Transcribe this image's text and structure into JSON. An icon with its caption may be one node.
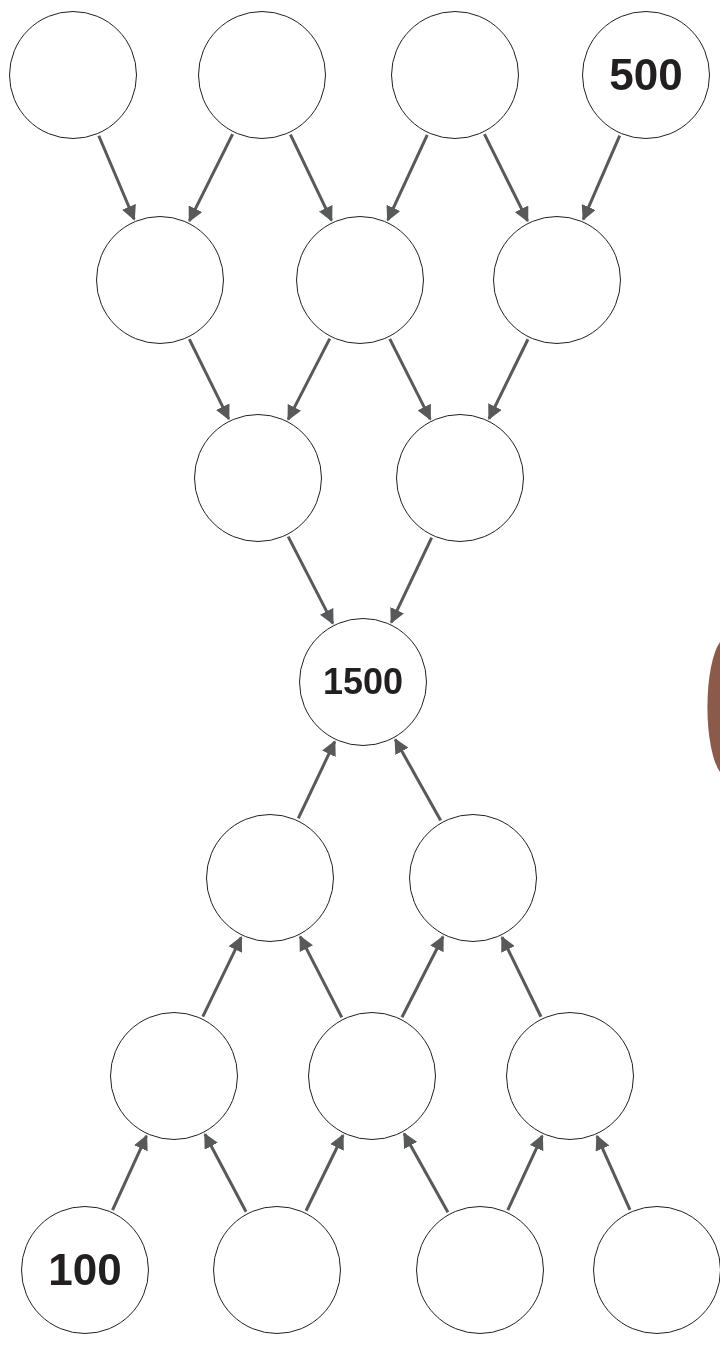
{
  "diagram": {
    "nodes": [
      {
        "text": [],
        "shape": "circle"
      },
      {
        "text": [],
        "shape": "circle"
      },
      {
        "text": [],
        "shape": "circle"
      },
      {
        "text": [
          "500"
        ]
      },
      {
        "text": [],
        "shape": "circle"
      },
      {
        "text": [],
        "shape": "circle"
      },
      {
        "text": [],
        "shape": "circle"
      },
      {
        "text": [],
        "shape": "circle"
      },
      {
        "text": [],
        "shape": "circle"
      },
      {
        "text": [
          "1500"
        ]
      },
      {
        "text": [],
        "shape": "circle"
      },
      {
        "text": [],
        "shape": "circle"
      },
      {
        "text": [],
        "shape": "circle"
      },
      {
        "text": [],
        "shape": "circle"
      },
      {
        "text": [],
        "shape": "circle"
      },
      {
        "text": [
          "100"
        ]
      },
      {
        "text": [],
        "shape": "circle"
      },
      {
        "text": [],
        "shape": "circle"
      },
      {
        "text": [],
        "shape": "circle"
      }
    ],
    "edges": [
      {
        "from": 0,
        "to": 4,
        "arrow": "to"
      },
      {
        "from": 1,
        "to": 4,
        "arrow": "to"
      },
      {
        "from": 1,
        "to": 5,
        "arrow": "to"
      },
      {
        "from": 2,
        "to": 5,
        "arrow": "to"
      },
      {
        "from": 2,
        "to": 6,
        "arrow": "to"
      },
      {
        "from": 3,
        "to": 6,
        "arrow": "to"
      },
      {
        "from": 4,
        "to": 7,
        "arrow": "to"
      },
      {
        "from": 5,
        "to": 7,
        "arrow": "to"
      },
      {
        "from": 5,
        "to": 8,
        "arrow": "to"
      },
      {
        "from": 6,
        "to": 8,
        "arrow": "to"
      },
      {
        "from": 7,
        "to": 9,
        "arrow": "to"
      },
      {
        "from": 8,
        "to": 9,
        "arrow": "to"
      },
      {
        "from": 10,
        "to": 9,
        "arrow": "to"
      },
      {
        "from": 11,
        "to": 9,
        "arrow": "to"
      },
      {
        "from": 12,
        "to": 10,
        "arrow": "to"
      },
      {
        "from": 13,
        "to": 10,
        "arrow": "to"
      },
      {
        "from": 13,
        "to": 11,
        "arrow": "to"
      },
      {
        "from": 14,
        "to": 11,
        "arrow": "to"
      },
      {
        "from": 15,
        "to": 12,
        "arrow": "to"
      },
      {
        "from": 16,
        "to": 12,
        "arrow": "to"
      },
      {
        "from": 16,
        "to": 13,
        "arrow": "to"
      },
      {
        "from": 17,
        "to": 13,
        "arrow": "to"
      },
      {
        "from": 17,
        "to": 14,
        "arrow": "to"
      },
      {
        "from": 18,
        "to": 14,
        "arrow": "to"
      }
    ]
  }
}
